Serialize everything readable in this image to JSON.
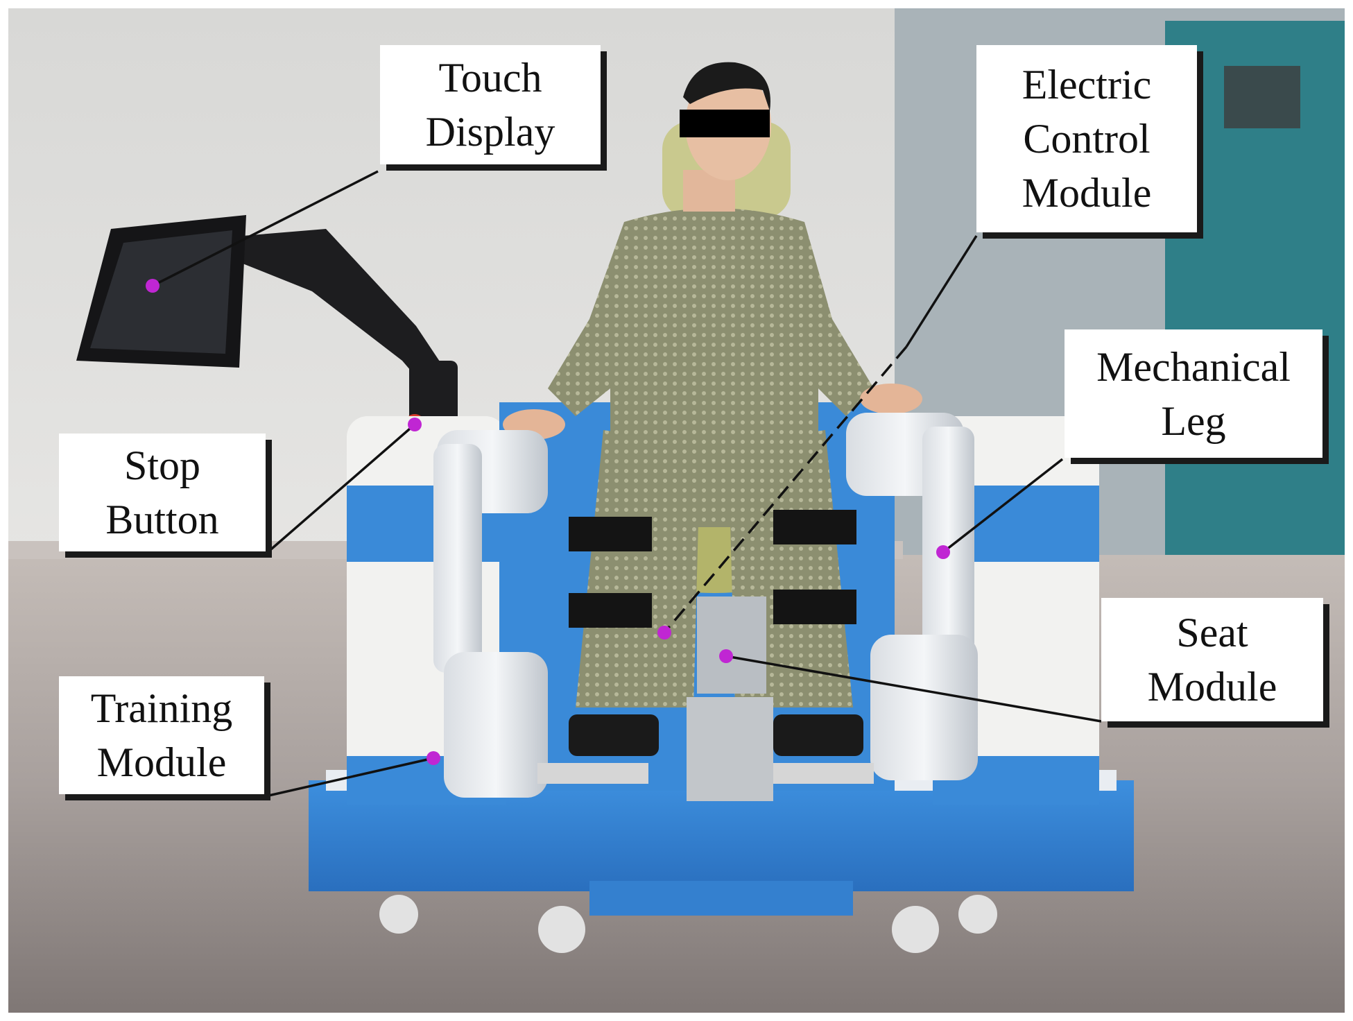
{
  "figure": {
    "marker_color": "#c026d3",
    "labels": {
      "touch_display": "Touch\nDisplay",
      "stop_button": "Stop\nButton",
      "training_module": "Training\nModule",
      "electric_control_module": "Electric\nControl\nModule",
      "mechanical_leg": "Mechanical\nLeg",
      "seat_module": "Seat\nModule"
    }
  }
}
